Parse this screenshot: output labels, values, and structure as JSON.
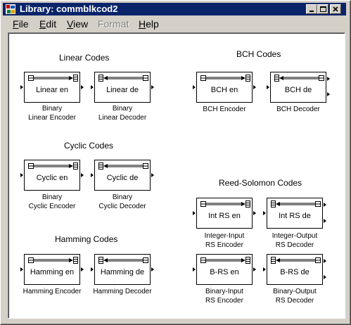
{
  "window": {
    "title": "Library: commblkcod2",
    "icon": "simulink-library-icon",
    "controls": [
      "minimize-icon",
      "maximize-icon",
      "close-icon"
    ]
  },
  "menu": [
    {
      "mnemonic": "F",
      "rest": "ile",
      "enabled": true
    },
    {
      "mnemonic": "E",
      "rest": "dit",
      "enabled": true
    },
    {
      "mnemonic": "V",
      "rest": "iew",
      "enabled": true
    },
    {
      "mnemonic": "",
      "rest": "Format",
      "enabled": false
    },
    {
      "mnemonic": "H",
      "rest": "elp",
      "enabled": true
    }
  ],
  "groups": {
    "linear": "Linear Codes",
    "cyclic": "Cyclic Codes",
    "hamming": "Hamming Codes",
    "bch": "BCH Codes",
    "rs": "Reed-Solomon Codes"
  },
  "blocks": {
    "linear_enc": {
      "label": "Linear en",
      "caption1": "Binary",
      "caption2": "Linear Encoder"
    },
    "linear_dec": {
      "label": "Linear de",
      "caption1": "Binary",
      "caption2": "Linear Decoder"
    },
    "cyclic_enc": {
      "label": "Cyclic en",
      "caption1": "Binary",
      "caption2": "Cyclic Encoder"
    },
    "cyclic_dec": {
      "label": "Cyclic de",
      "caption1": "Binary",
      "caption2": "Cyclic Decoder"
    },
    "hamming_enc": {
      "label": "Hamming en",
      "caption1": "Hamming Encoder"
    },
    "hamming_dec": {
      "label": "Hamming de",
      "caption1": "Hamming Decoder"
    },
    "bch_enc": {
      "label": "BCH en",
      "caption1": "BCH Encoder"
    },
    "bch_dec": {
      "label": "BCH de",
      "caption1": "BCH Decoder"
    },
    "intrs_enc": {
      "label": "Int RS en",
      "caption1": "Integer-Input",
      "caption2": "RS Encoder"
    },
    "intrs_dec": {
      "label": "Int RS de",
      "caption1": "Integer-Output",
      "caption2": "RS Decoder"
    },
    "brs_enc": {
      "label": "B-RS en",
      "caption1": "Binary-Input",
      "caption2": "RS Encoder"
    },
    "brs_dec": {
      "label": "B-RS de",
      "caption1": "Binary-Output",
      "caption2": "RS Decoder"
    }
  }
}
